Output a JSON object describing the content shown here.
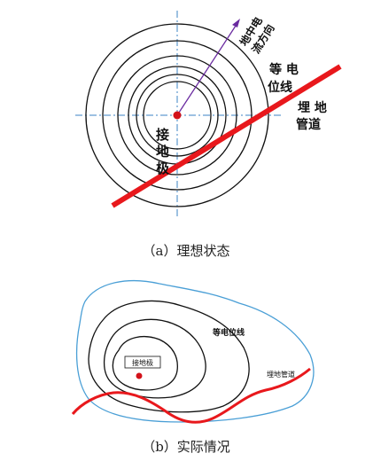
{
  "panel_a": {
    "current_direction_label_line1": "地中电",
    "current_direction_label_line2": "流方向",
    "equipotential_label_line1": "等 电",
    "equipotential_label_line2": "位线",
    "pipeline_label_line1": "埋 地",
    "pipeline_label_line2": "管道",
    "electrode_label_1": "接",
    "electrode_label_2": "地",
    "electrode_label_3": "极",
    "caption": "（a）理想状态"
  },
  "panel_b": {
    "equipotential_label": "等电位线",
    "electrode_label": "接地极",
    "pipeline_label": "埋地管道",
    "caption": "（b）实际情况"
  },
  "colors": {
    "pipeline": "#e8181c",
    "electrode": "#d3121a",
    "current_arrow": "#6a2ba0",
    "axis": "#3b83c4",
    "soil_boundary": "#4a9fd6",
    "contour": "#111111"
  }
}
